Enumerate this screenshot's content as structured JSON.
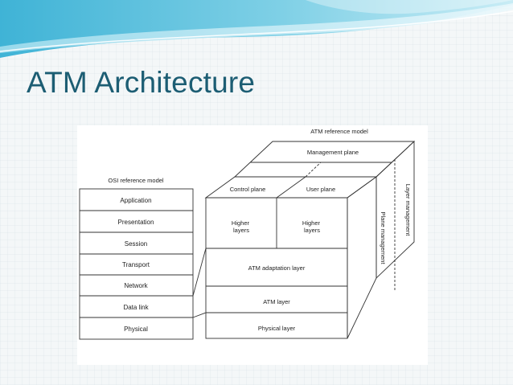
{
  "slide": {
    "title": "ATM Architecture"
  },
  "diagram": {
    "osi_title": "OSI reference model",
    "osi_layers": [
      "Application",
      "Presentation",
      "Session",
      "Transport",
      "Network",
      "Data link",
      "Physical"
    ],
    "atm_title": "ATM reference model",
    "management_plane": "Management plane",
    "control_plane": "Control plane",
    "user_plane": "User plane",
    "higher_layers_control": "Higher\nlayers",
    "higher_layers_user": "Higher\nlayers",
    "adaptation_layer": "ATM adaptation layer",
    "atm_layer": "ATM layer",
    "physical_layer": "Physical layer",
    "plane_management": "Plane management",
    "layer_management": "Layer management"
  }
}
